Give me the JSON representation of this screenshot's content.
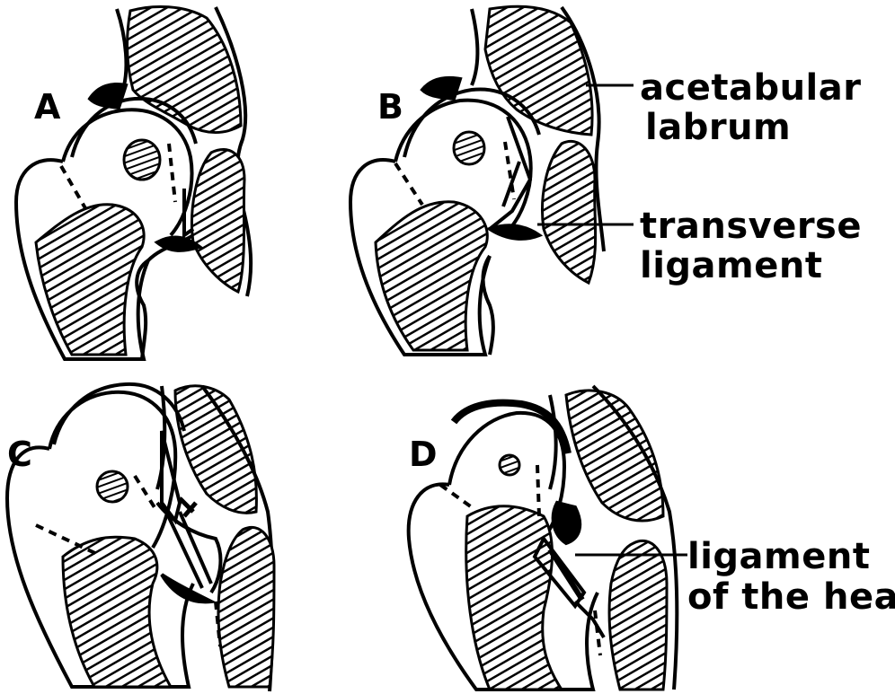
{
  "panels": [
    {
      "letter": "A"
    },
    {
      "letter": "B"
    },
    {
      "letter": "C"
    },
    {
      "letter": "D"
    }
  ],
  "labels": {
    "acetabular_labrum": [
      "acetabular",
      "labrum"
    ],
    "transverse_ligament": [
      "transverse",
      "ligament"
    ],
    "ligament_of_head": [
      "ligament",
      "of the head"
    ]
  },
  "colors": {
    "ink": "#000000",
    "paper": "#ffffff"
  }
}
